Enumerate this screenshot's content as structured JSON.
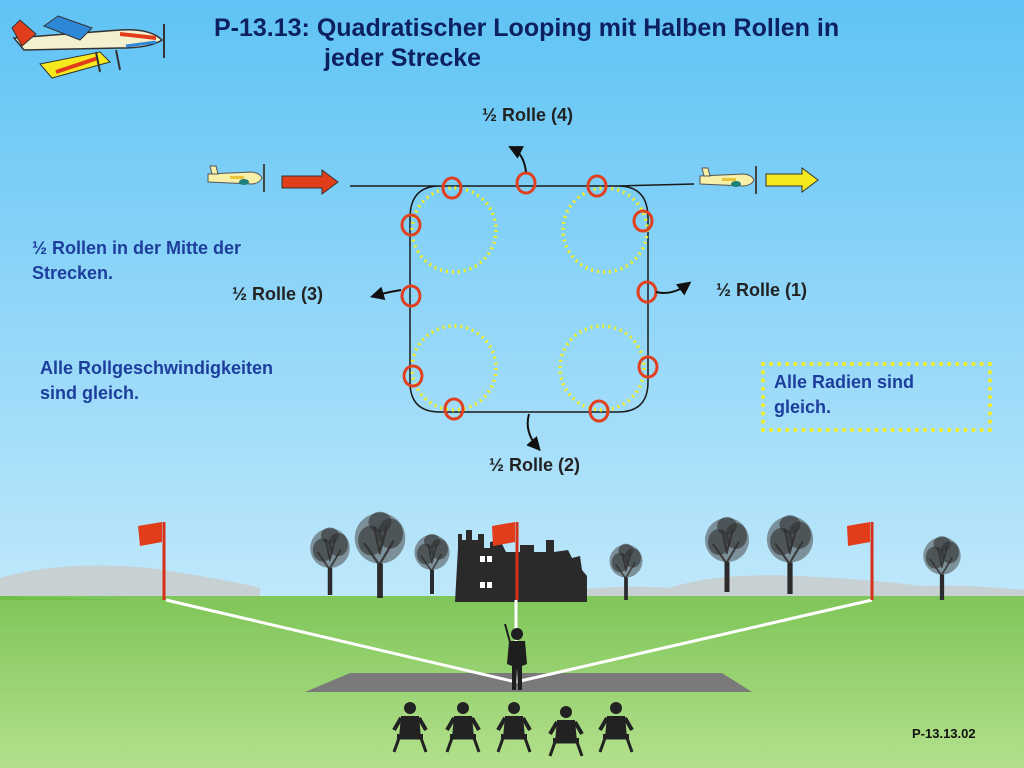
{
  "title": {
    "line1": "P-13.13: Quadratischer Looping mit Halben Rollen in",
    "line2": "jeder Strecke"
  },
  "labels": {
    "roll4": "½  Rolle (4)",
    "roll1": "½  Rolle (1)",
    "roll2": "½  Rolle (2)",
    "roll3": "½  Rolle (3)"
  },
  "notes": {
    "middle_line1": "½ Rollen in der Mitte der",
    "middle_line2": "Strecken.",
    "speed_line1": "Alle Rollgeschwindigkeiten",
    "speed_line2": "sind gleich.",
    "radii_line1": "Alle Radien sind",
    "radii_line2": "gleich."
  },
  "slide_code": "P-13.13.02",
  "colors": {
    "sky_top": "#5fc3f5",
    "sky_bottom": "#bfe8fb",
    "grass": "#8fcf67",
    "title": "#0d2060",
    "note_text": "#1d3e9c",
    "roll_marker": "#e1401f",
    "radius_circle": "#f0ee24",
    "entry_arrow": "#e23d1a",
    "exit_arrow": "#f6ea1e",
    "flag": "#e23d1a"
  },
  "icons": {
    "logo": "aerobatic-plane-icon",
    "entry_plane": "plane-icon",
    "exit_plane": "plane-icon",
    "castle": "castle-ruin-icon",
    "trees": "tree-icon",
    "pilot": "pilot-silhouette-icon",
    "judges": "judge-silhouette-icon"
  }
}
